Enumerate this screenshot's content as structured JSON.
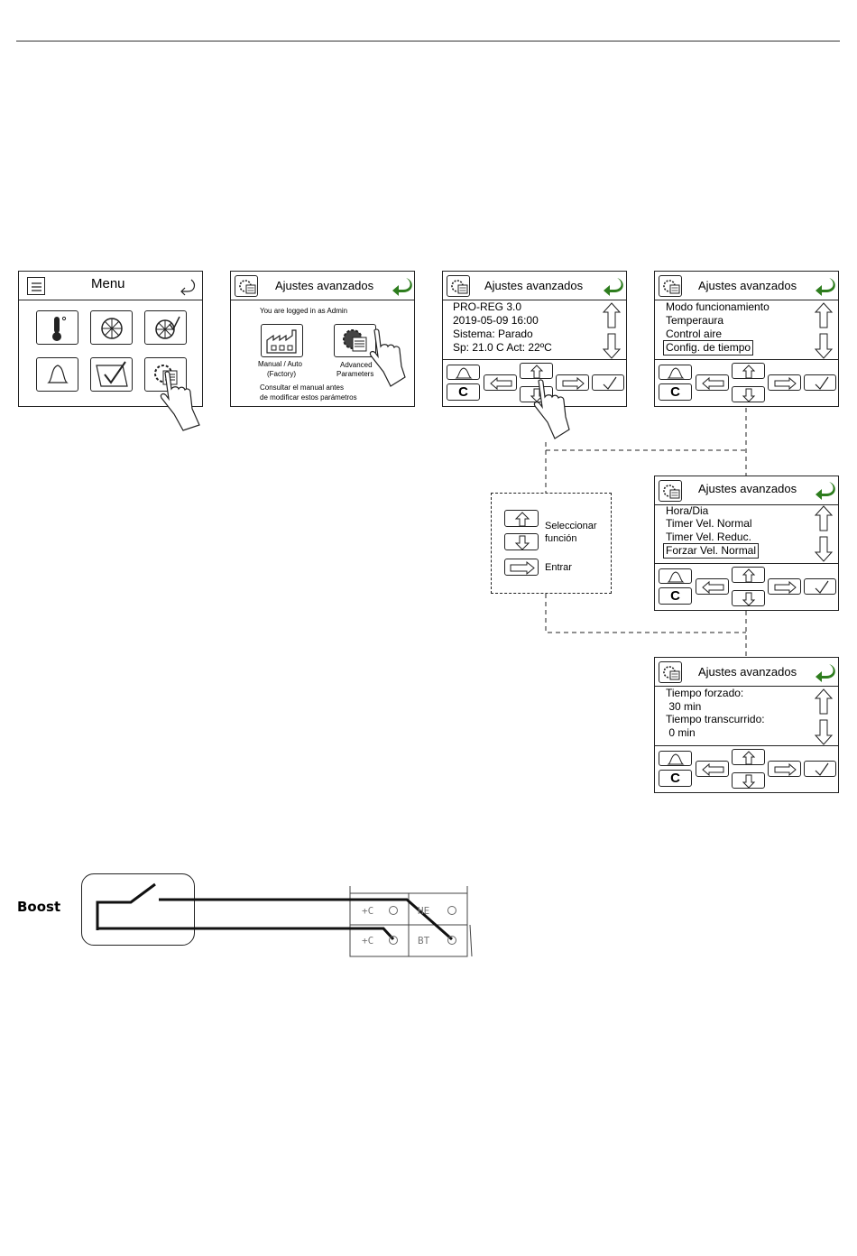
{
  "menu_screen": {
    "title": "Menu",
    "icons": [
      "menu-icon",
      "return-icon",
      "thermometer-icon",
      "fan-icon",
      "fan-check-icon",
      "bell-icon",
      "checklist-icon",
      "advanced-settings-icon"
    ]
  },
  "login_screen": {
    "title": "Ajustes avanzados",
    "logged_in": "You are logged in as Admin",
    "option1_line1": "Manual / Auto",
    "option1_line2": "(Factory)",
    "option2_line1": "Advanced",
    "option2_line2": "Parameters",
    "note_line1": "Consultar el manual antes",
    "note_line2": "de modificar estos parámetros"
  },
  "info_screen": {
    "title": "Ajustes avanzados",
    "lines": [
      "PRO-REG 3.0",
      "2019-05-09  16:00",
      "Sistema: Parado",
      "Sp: 21.0 C   Act: 22ºC"
    ],
    "c_label": "C"
  },
  "modes_screen": {
    "title": "Ajustes avanzados",
    "lines": [
      "Modo funcionamiento",
      "Temperaura",
      "Control aire"
    ],
    "selected": "Config. de tiempo",
    "c_label": "C"
  },
  "time_screen": {
    "title": "Ajustes avanzados",
    "lines": [
      "Hora/Dia",
      "Timer Vel. Normal",
      "Timer Vel. Reduc."
    ],
    "selected": "Forzar Vel. Normal",
    "c_label": "C"
  },
  "forced_screen": {
    "title": "Ajustes avanzados",
    "lines": [
      "Tiempo forzado:",
      " 30 min",
      "Tiempo transcurrido:",
      " 0 min"
    ],
    "c_label": "C"
  },
  "legend": {
    "select_line1": "Seleccionar",
    "select_line2": "función",
    "enter": "Entrar"
  },
  "wiring": {
    "label": "Boost",
    "terminals": [
      "+C",
      "HE",
      "+C",
      "BT"
    ]
  },
  "colors": {
    "accent_green": "#2e7d1e",
    "line": "#222222"
  }
}
